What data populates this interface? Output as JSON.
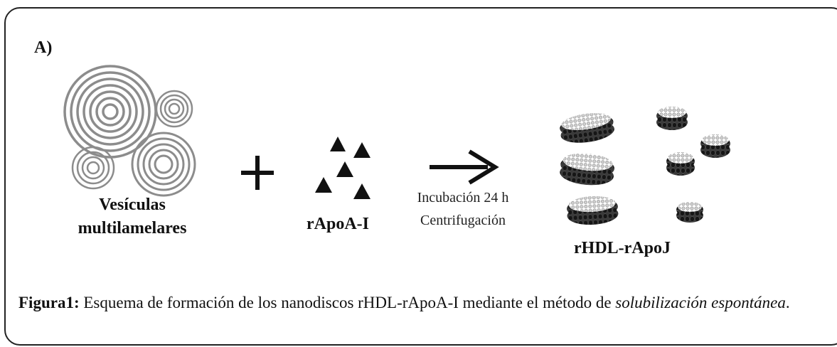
{
  "panel_label": "A)",
  "vesicles": {
    "label_line1": "Vesículas",
    "label_line2": "multilamelares",
    "icon": "multilamellar-vesicle-icon"
  },
  "plus": {
    "symbol": "+"
  },
  "protein": {
    "label": "rApoA-I",
    "icon": "triangle-icon"
  },
  "process": {
    "step1": "Incubación 24 h",
    "step2": "Centrifugación",
    "icon": "arrow-right-icon"
  },
  "product": {
    "label": "rHDL-rApoJ",
    "icon": "nanodisc-icon"
  },
  "caption": {
    "label": "Figura1:",
    "text": " Esquema de formación de los nanodiscos rHDL-rApoA-I mediante el método de ",
    "italic": "solubilización espontánea",
    "end": "."
  },
  "colors": {
    "ink": "#111111",
    "ring_stroke": "#8c8c8c",
    "disc_body": "#2a2a2a",
    "disc_top": "#d8d8d8"
  }
}
